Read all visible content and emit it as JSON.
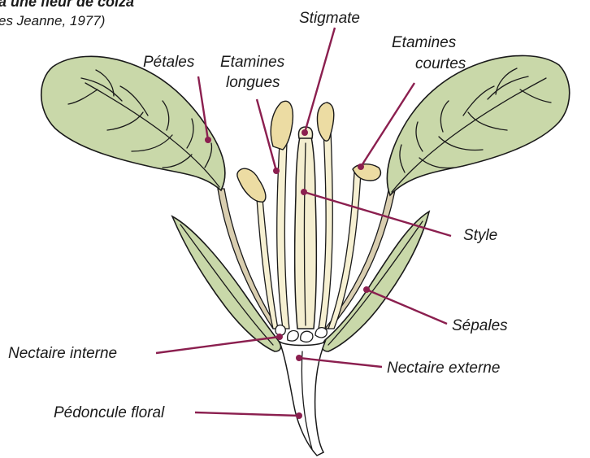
{
  "title": {
    "line1": "a une fleur de colza",
    "line2": "es Jeanne, 1977)"
  },
  "labels": {
    "stigmate": "Stigmate",
    "etamines_courtes_1": "Etamines",
    "etamines_courtes_2": "courtes",
    "petales": "Pétales",
    "etamines_longues_1": "Etamines",
    "etamines_longues_2": "longues",
    "style": "Style",
    "sepales": "Sépales",
    "nectaire_interne": "Nectaire interne",
    "nectaire_externe": "Nectaire externe",
    "pedoncule": "Pédoncule floral"
  },
  "colors": {
    "leader": "#8b1f4f",
    "petal": "#c9d8a9",
    "anther": "#ecdca3",
    "stamen": "#f6f0d2"
  }
}
